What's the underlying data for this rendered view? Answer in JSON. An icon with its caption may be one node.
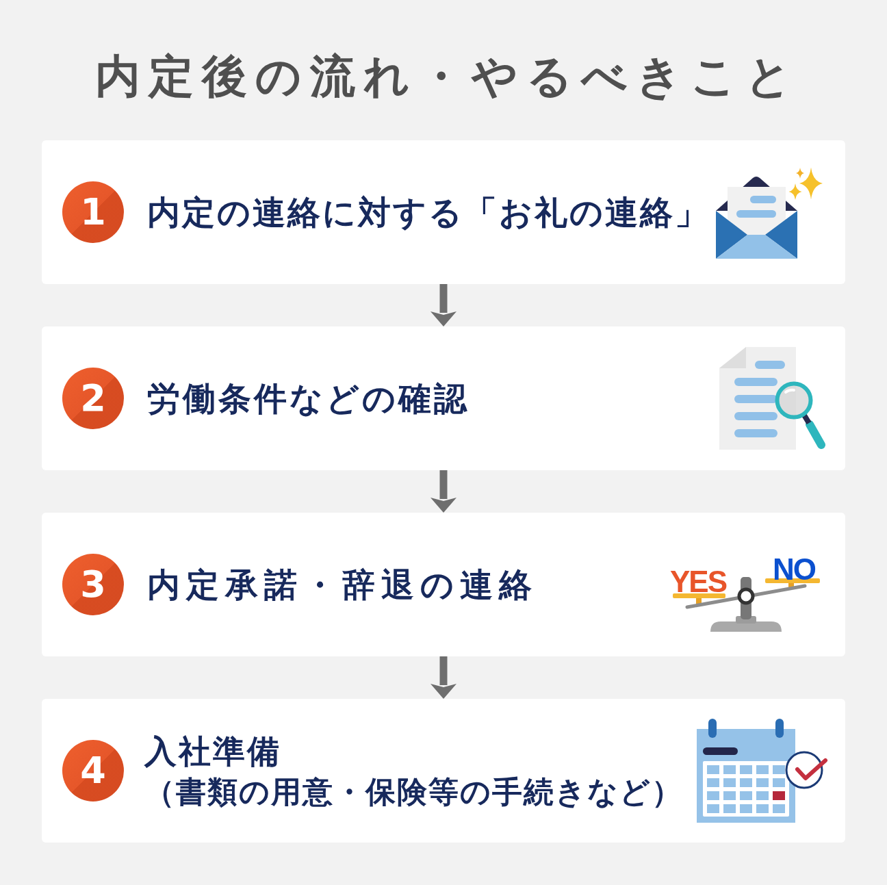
{
  "diagram": {
    "title": "内定後の流れ・やるべきこと",
    "nodes": [
      {
        "text": [
          "内定の連絡に対する「お礼の連絡」"
        ]
      },
      {
        "text": [
          "1"
        ],
        "in": 0
      },
      {
        "text": [
          "労働条件などの確認"
        ]
      },
      {
        "text": [
          "2"
        ],
        "in": 2
      },
      {
        "text": [
          "内定承諾・辞退の連絡"
        ]
      },
      {
        "text": [
          "3"
        ],
        "in": 4
      },
      {
        "text": [
          "入社準備",
          "（書類の用意・保険等の手続きなど）"
        ]
      },
      {
        "text": [
          "4"
        ],
        "in": 6
      }
    ],
    "edges": [
      {
        "from": 0,
        "to": 2,
        "arrow": "to"
      },
      {
        "from": 2,
        "to": 4,
        "arrow": "to"
      },
      {
        "from": 4,
        "to": 6,
        "arrow": "to"
      }
    ],
    "labels": [
      "YES",
      "NO"
    ]
  }
}
